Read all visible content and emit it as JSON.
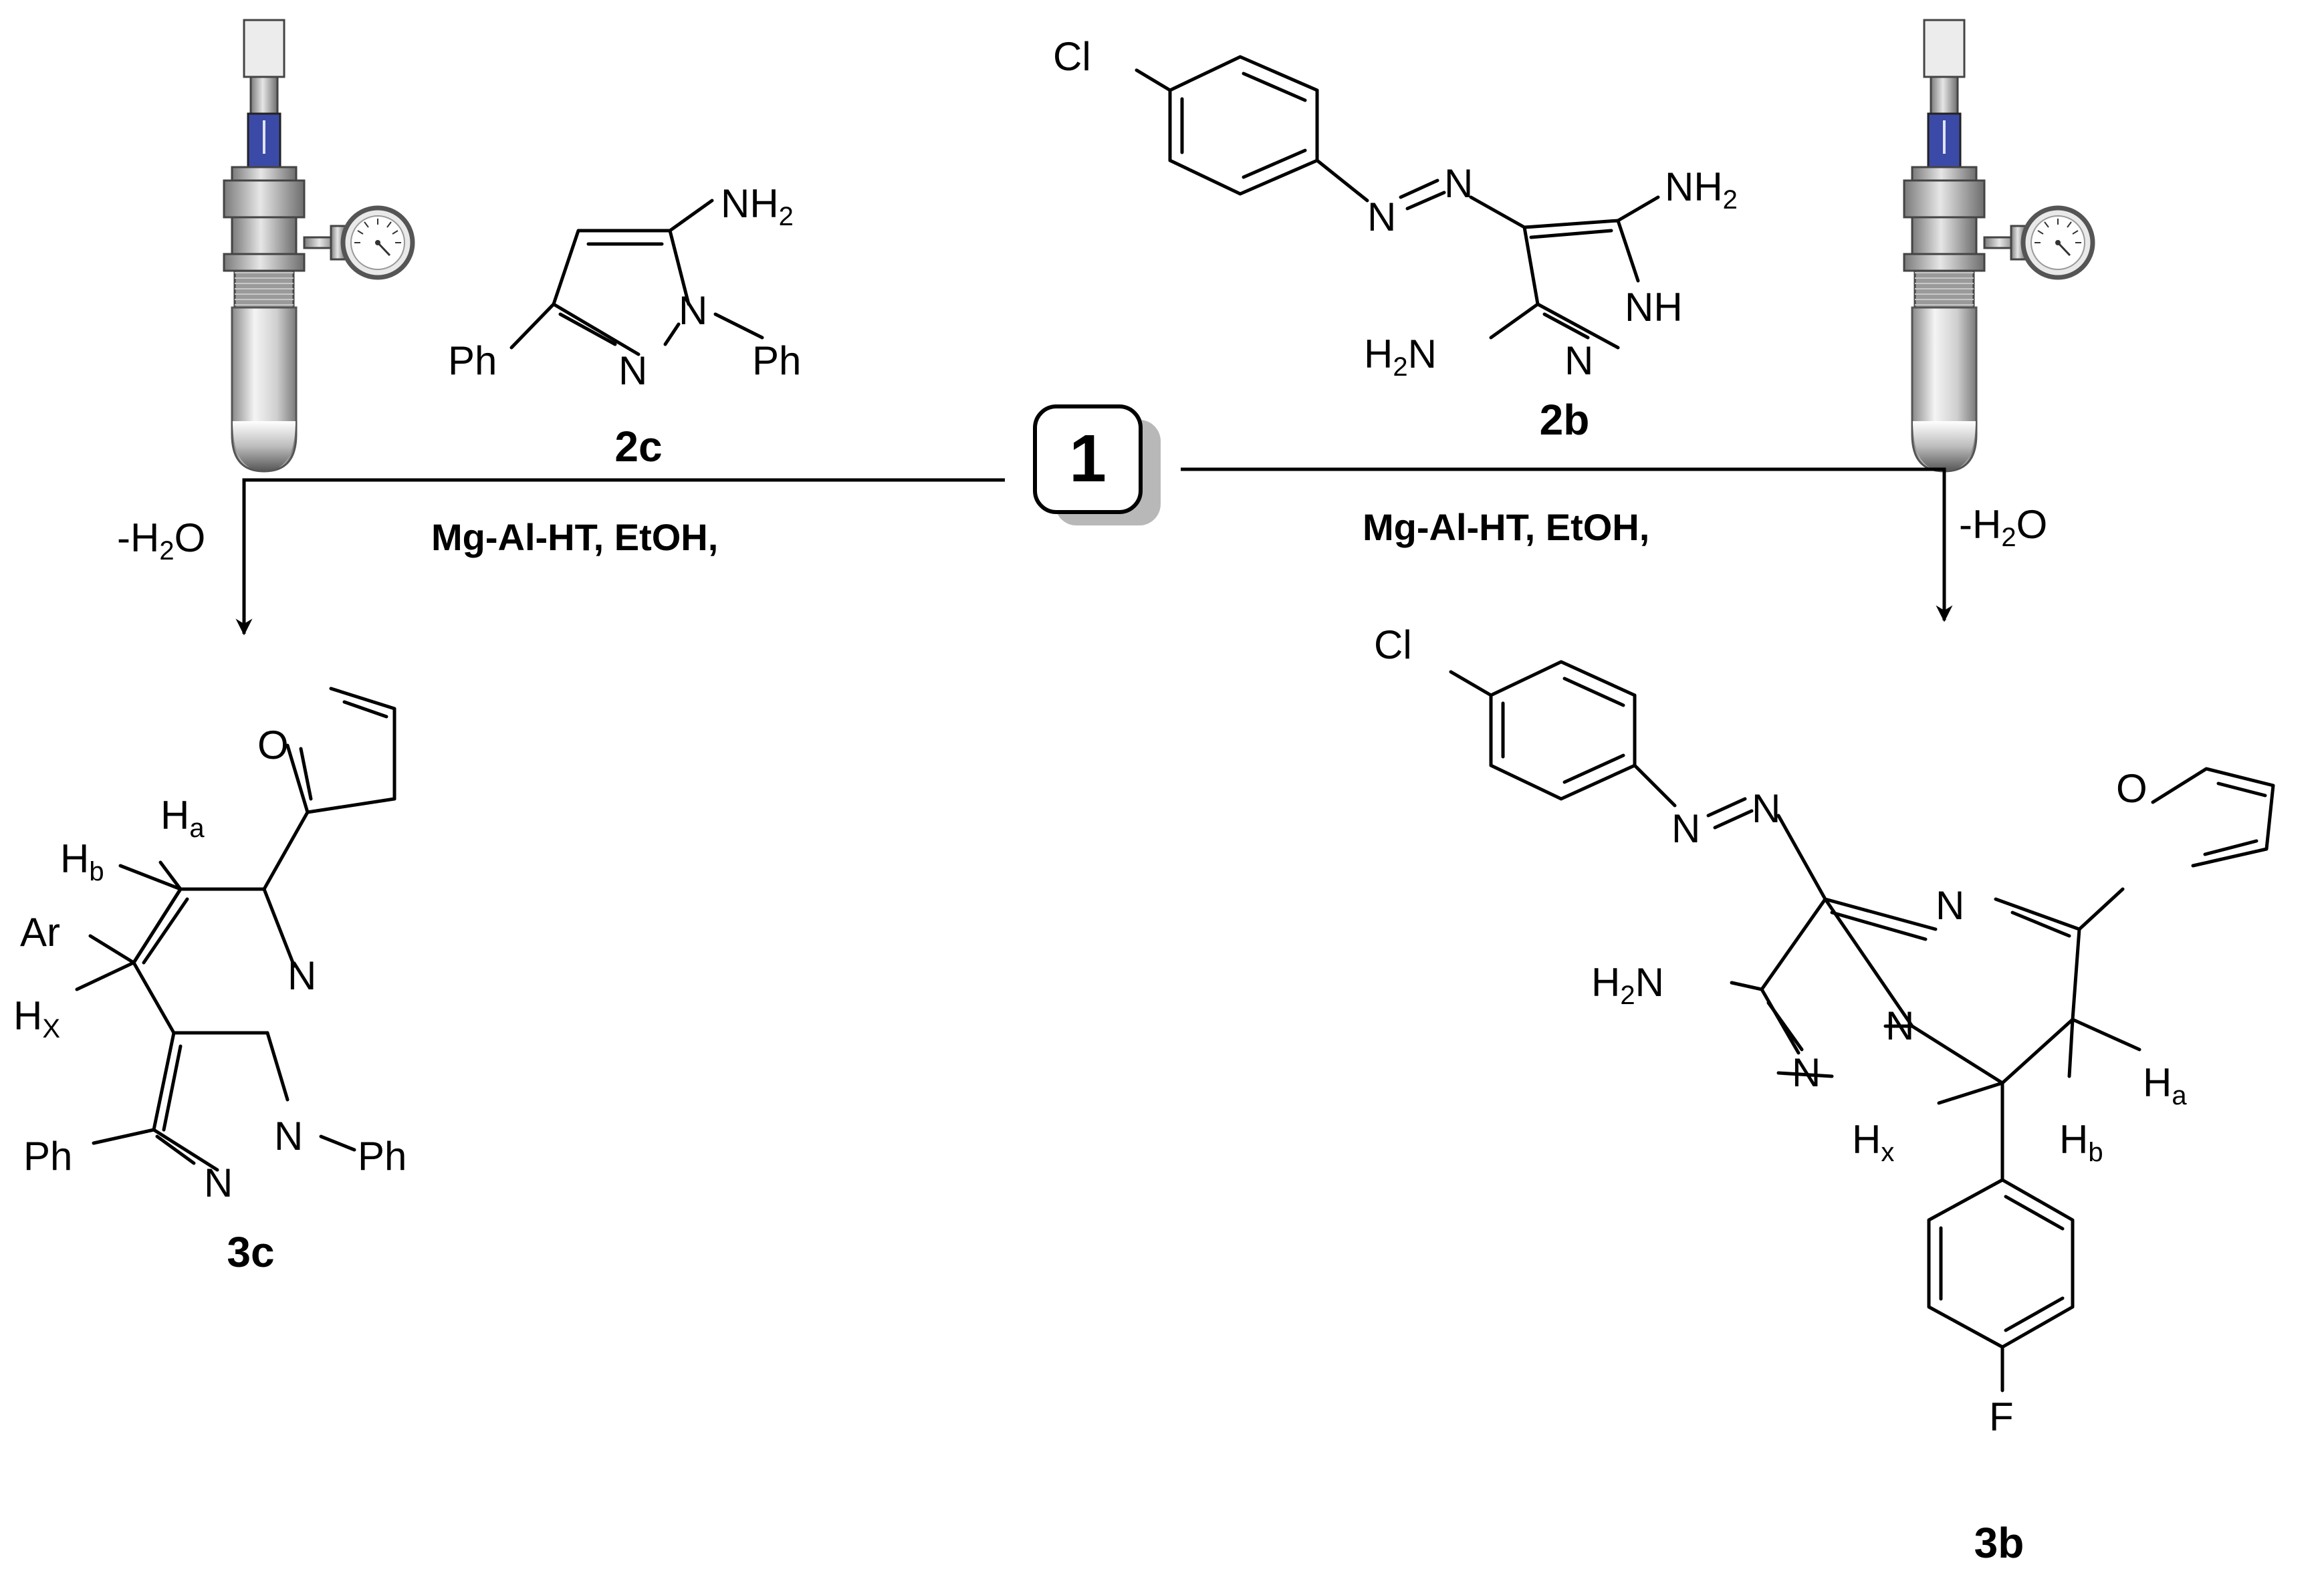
{
  "reactant": {
    "label": "1"
  },
  "left_reagent": {
    "label": "2c",
    "atoms": {
      "nh2": "NH",
      "nh2_sub": "2",
      "n1": "N",
      "n2": "N",
      "ph_left": "Ph",
      "ph_right": "Ph"
    }
  },
  "right_reagent": {
    "label": "2b",
    "atoms": {
      "cl": "Cl",
      "azo_n1": "N",
      "azo_n2": "N",
      "nh2": "NH",
      "nh2_sub": "2",
      "nh": "NH",
      "n_ring": "N",
      "h2n_h": "H",
      "h2n_sub": "2",
      "h2n_n": "N"
    }
  },
  "left_arrow": {
    "conditions": "Mg-Al-HT, EtOH,",
    "byproduct_prefix": "-H",
    "byproduct_sub": "2",
    "byproduct_suffix": "O"
  },
  "right_arrow": {
    "conditions": "Mg-Al-HT, EtOH,",
    "byproduct_prefix": "-H",
    "byproduct_sub": "2",
    "byproduct_suffix": "O"
  },
  "product_left": {
    "label": "3c",
    "atoms": {
      "o": "O",
      "ha_h": "H",
      "ha_sub": "a",
      "hb_h": "H",
      "hb_sub": "b",
      "ar": "Ar",
      "hx_h": "H",
      "hx_sub": "X",
      "n_pyr": "N",
      "n1": "N",
      "n2": "N",
      "ph_left": "Ph",
      "ph_right": "Ph"
    }
  },
  "product_right": {
    "label": "3b",
    "atoms": {
      "cl": "Cl",
      "azo_n1": "N",
      "azo_n2": "N",
      "n_pyr": "N",
      "o": "O",
      "h2n_h": "H",
      "h2n_sub": "2",
      "h2n_n": "N",
      "n_ring1": "N",
      "n_ring2": "N",
      "ha_h": "H",
      "ha_sub": "a",
      "hx_h": "H",
      "hx_sub": "x",
      "hb_h": "H",
      "hb_sub": "b",
      "f": "F"
    }
  }
}
